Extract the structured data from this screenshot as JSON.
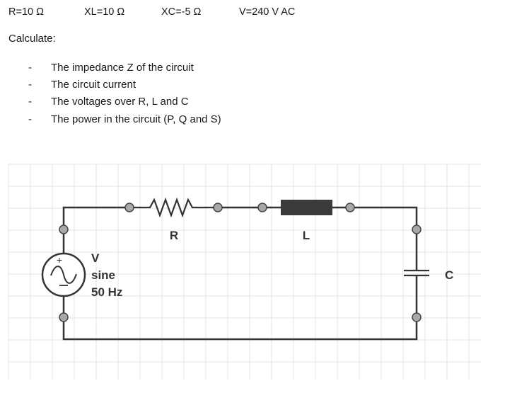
{
  "givens": {
    "r": "R=10 Ω",
    "xl": "XL=10 Ω",
    "xc": "XC=-5 Ω",
    "v": "V=240 V AC"
  },
  "instructions": {
    "heading": "Calculate:",
    "bullet": "-",
    "tasks": [
      "The impedance Z of the circuit",
      "The circuit current",
      "The voltages over R, L and C",
      "The power in the circuit (P, Q and S)"
    ]
  },
  "circuit": {
    "source_label": "V",
    "source_type": "sine",
    "source_freq": "50 Hz",
    "source_plus": "+",
    "resistor_label": "R",
    "inductor_label": "L",
    "capacitor_label": "C",
    "colors": {
      "wire": "#333333",
      "terminal_fill": "#a8a8a8",
      "inductor_fill": "#3a3a3a",
      "grid": "#e4e4e4"
    }
  }
}
